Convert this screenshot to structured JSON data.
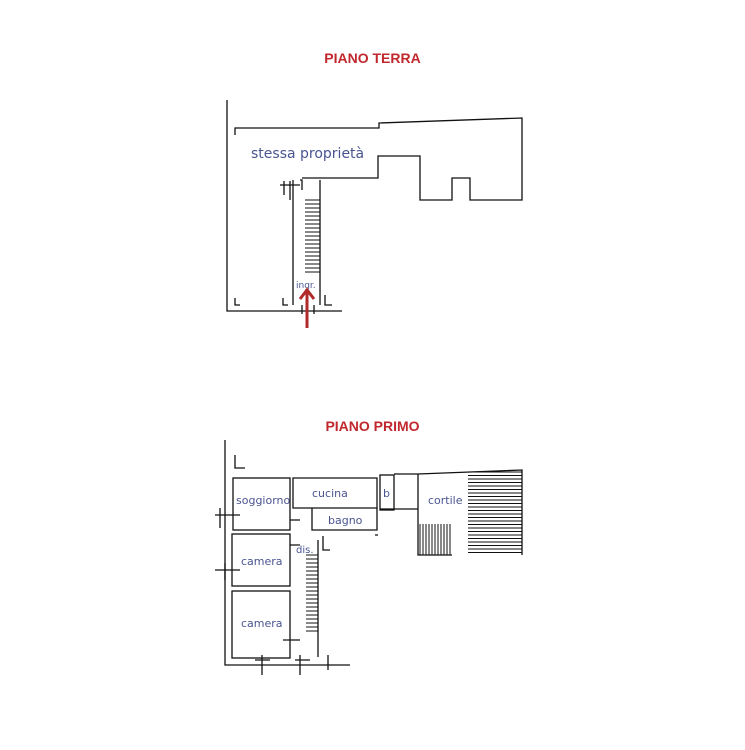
{
  "ground_floor": {
    "title": "PIANO TERRA",
    "labels": {
      "same_property": "stessa proprietà",
      "entrance": "ingr."
    }
  },
  "first_floor": {
    "title": "PIANO PRIMO",
    "labels": {
      "living": "soggiorno",
      "kitchen": "cucina",
      "b": "b",
      "bathroom": "bagno",
      "courtyard": "cortile",
      "hall": "dis.",
      "bedroom1": "camera",
      "bedroom2": "camera"
    }
  },
  "colors": {
    "title": "#c0282d",
    "label": "#4a5590",
    "arrow": "#b02a2a"
  }
}
